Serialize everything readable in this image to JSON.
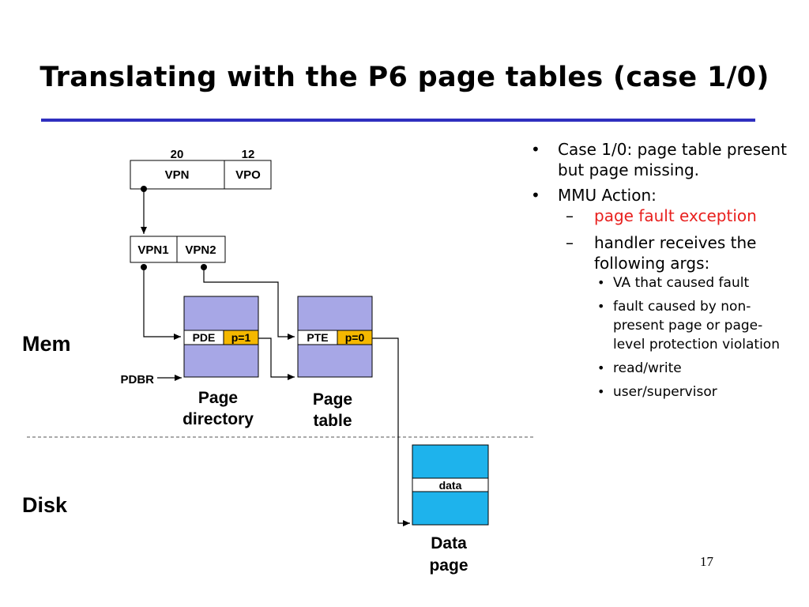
{
  "slide": {
    "title": "Translating with the P6 page tables (case 1/0)",
    "page_number": "17",
    "colors": {
      "title_rule": "#2f2fbf",
      "table_fill": "#a7a7e6",
      "data_page_fill": "#1eb3ec",
      "flag_fill": "#f5b800",
      "bullet_red": "#e8201e"
    }
  },
  "diagram": {
    "bit_widths": {
      "vpn": "20",
      "vpo": "12"
    },
    "va_fields": {
      "vpn": "VPN",
      "vpo": "VPO"
    },
    "vpn_split": {
      "vpn1": "VPN1",
      "vpn2": "VPN2"
    },
    "pdbr_label": "PDBR",
    "page_directory": {
      "entry": "PDE",
      "flag": "p=1",
      "label_line1": "Page",
      "label_line2": "directory"
    },
    "page_table": {
      "entry": "PTE",
      "flag": "p=0",
      "label_line1": "Page",
      "label_line2": "table"
    },
    "data_page": {
      "entry": "data",
      "label_line1": "Data",
      "label_line2": "page"
    },
    "regions": {
      "mem": "Mem",
      "disk": "Disk"
    }
  },
  "bullets": {
    "b1": "Case 1/0: page table present but page missing.",
    "b2": "MMU Action:",
    "b2a": "page fault exception",
    "b2b": "handler receives the following args:",
    "args": [
      "VA that caused fault",
      "fault caused by non-present page or page-level protection violation",
      "read/write",
      "user/supervisor"
    ]
  }
}
